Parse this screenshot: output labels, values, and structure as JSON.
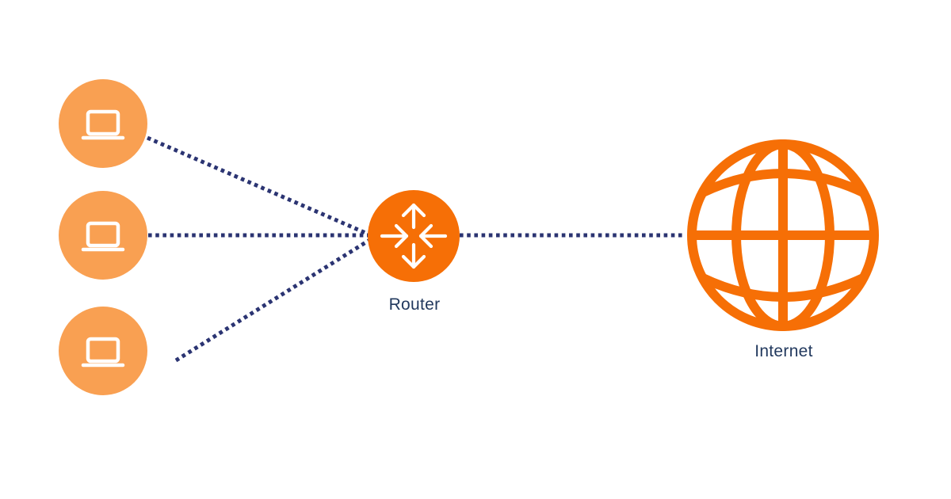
{
  "colors": {
    "background": "#ffffff",
    "device_fill": "#f9a052",
    "accent_orange": "#f66f06",
    "icon_stroke": "#ffffff",
    "connector": "#2b3472",
    "label_text": "#22395e"
  },
  "nodes": {
    "devices": {
      "icon": "laptop-icon",
      "count": "3"
    },
    "router": {
      "icon": "crossed-arrows-icon",
      "label": "Router"
    },
    "internet": {
      "icon": "globe-icon",
      "label": "Internet"
    }
  }
}
